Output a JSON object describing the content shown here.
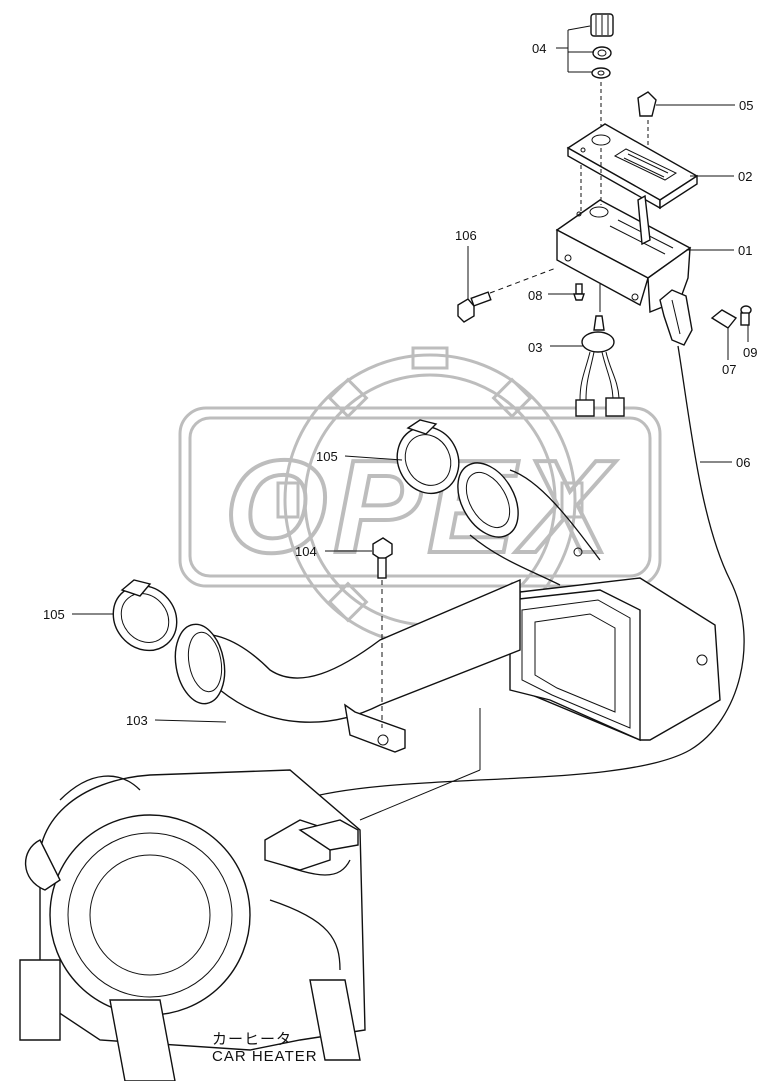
{
  "watermark": {
    "text": "OPEX",
    "color": "#bdbdbd"
  },
  "callouts": [
    {
      "id": "c04",
      "label": "04"
    },
    {
      "id": "c05",
      "label": "05"
    },
    {
      "id": "c02",
      "label": "02"
    },
    {
      "id": "c01",
      "label": "01"
    },
    {
      "id": "c106",
      "label": "106"
    },
    {
      "id": "c08",
      "label": "08"
    },
    {
      "id": "c03",
      "label": "03"
    },
    {
      "id": "c07",
      "label": "07"
    },
    {
      "id": "c09",
      "label": "09"
    },
    {
      "id": "c06",
      "label": "06"
    },
    {
      "id": "c105a",
      "label": "105"
    },
    {
      "id": "c104",
      "label": "104"
    },
    {
      "id": "c105b",
      "label": "105"
    },
    {
      "id": "c103",
      "label": "103"
    }
  ],
  "caption": {
    "japanese": "カーヒータ",
    "english": "CAR HEATER"
  },
  "icons": [
    "gear-watermark-icon"
  ]
}
